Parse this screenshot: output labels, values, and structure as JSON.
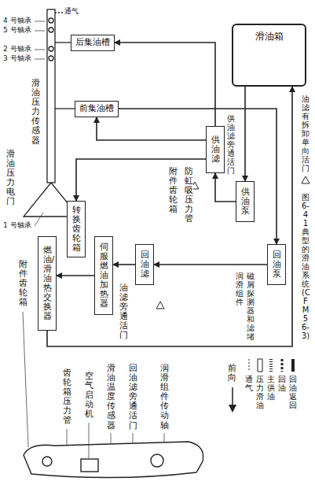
{
  "diagram": {
    "caption": "图 6-41 典型的滑油系统 (CFM56-3)",
    "nodes": [
      {
        "text": [
          "滑油箱"
        ]
      },
      {
        "text": [
          "后集油槽"
        ]
      },
      {
        "text": [
          "前集油槽"
        ]
      },
      {
        "text": [
          "供油滤"
        ]
      },
      {
        "text": [
          "供油泵"
        ]
      },
      {
        "text": [
          "回油泵"
        ]
      },
      {
        "text": [
          "回油滤"
        ]
      },
      {
        "text": [
          "伺服燃油加热器"
        ]
      },
      {
        "text": [
          "燃油/滑油热交换器"
        ]
      },
      {
        "text": [
          "转换齿轮箱"
        ]
      }
    ],
    "edges": [
      {
        "from": 0,
        "to": 4,
        "arrow": "to"
      },
      {
        "from": 4,
        "to": 3,
        "arrow": "to"
      },
      {
        "from": 3,
        "to": 1,
        "arrow": "to"
      },
      {
        "from": 3,
        "to": 2,
        "arrow": "to"
      },
      {
        "from": 3,
        "to": 9,
        "arrow": "to"
      },
      {
        "from": 2,
        "to": 5,
        "arrow": "to"
      },
      {
        "from": 5,
        "to": 6,
        "arrow": "to"
      },
      {
        "from": 6,
        "to": 7,
        "arrow": "to"
      },
      {
        "from": 7,
        "to": 8,
        "arrow": "to"
      },
      {
        "from": 8,
        "to": 0,
        "arrow": "to"
      }
    ],
    "labels": [
      "4 号轴承",
      "5 号轴承",
      "通气",
      "2 号轴承",
      "3 号轴承",
      "1 号轴承",
      "附件齿轮箱",
      "防虹吸压力管",
      "滑油压力传感器",
      "滑油压力电门",
      "附件齿轮箱",
      "油滤旁通活门",
      "供油滤旁通活门",
      "油滤有拆卸单向活门",
      "润滑组件",
      "磁屑探测器和滤堵",
      "前向",
      "齿轮箱压力管",
      "空气启动机",
      "滑油温度传感器",
      "回油滤旁通活门",
      "润滑组件传动轴"
    ],
    "legend": [
      {
        "text": "回油返回"
      },
      {
        "text": "回油"
      },
      {
        "text": "主供油"
      },
      {
        "text": "压力滑油"
      },
      {
        "text": "通气"
      }
    ]
  }
}
